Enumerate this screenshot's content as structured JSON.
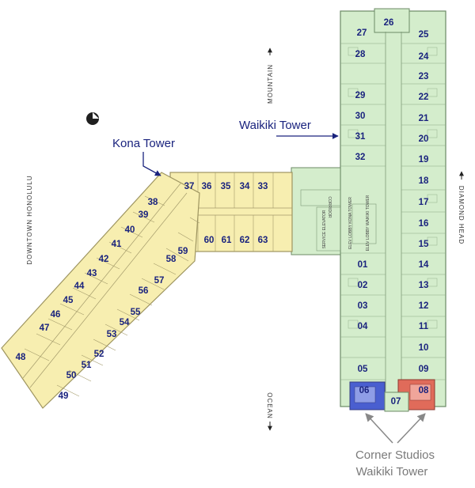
{
  "labels": {
    "kona_tower": "Kona Tower",
    "waikiki_tower": "Waikiki Tower",
    "corner_studios_line1": "Corner Studios",
    "corner_studios_line2": "Waikiki Tower"
  },
  "directions": {
    "mountain": "MOUNTAIN",
    "ocean": "OCEAN",
    "diamond_head": "DIAMOND HEAD",
    "downtown_honolulu": "DOWNTOWN HONOLULU"
  },
  "plan_labels": {
    "corridor": "CORRIDOR",
    "service_elevator": "SERVICE ELEVATOR",
    "elev_lobby_kona": "ELEV LOBBY KONA TOWER",
    "elev_lobby_waikiki": "ELEV LOBBY WAIKIKI TOWER"
  },
  "colors": {
    "waikiki_fill": "#d4edcc",
    "kona_fill": "#f7eeb0",
    "corner_left": "#4a5fd0",
    "corner_right": "#e06b5a",
    "label_blue": "#1a237e",
    "arrow_gray": "#888888"
  },
  "rooms": {
    "waikiki": [
      "27",
      "26",
      "25",
      "28",
      "24",
      "23",
      "29",
      "22",
      "30",
      "21",
      "31",
      "20",
      "32",
      "19",
      "18",
      "17",
      "16",
      "15",
      "01",
      "14",
      "02",
      "13",
      "03",
      "12",
      "04",
      "11",
      "10",
      "05",
      "09",
      "06",
      "07",
      "08"
    ],
    "kona": [
      "37",
      "36",
      "35",
      "34",
      "33",
      "38",
      "60",
      "61",
      "62",
      "63",
      "39",
      "40",
      "59",
      "41",
      "58",
      "42",
      "57",
      "43",
      "56",
      "44",
      "55",
      "45",
      "54",
      "46",
      "53",
      "47",
      "52",
      "48",
      "51",
      "50",
      "49"
    ]
  }
}
